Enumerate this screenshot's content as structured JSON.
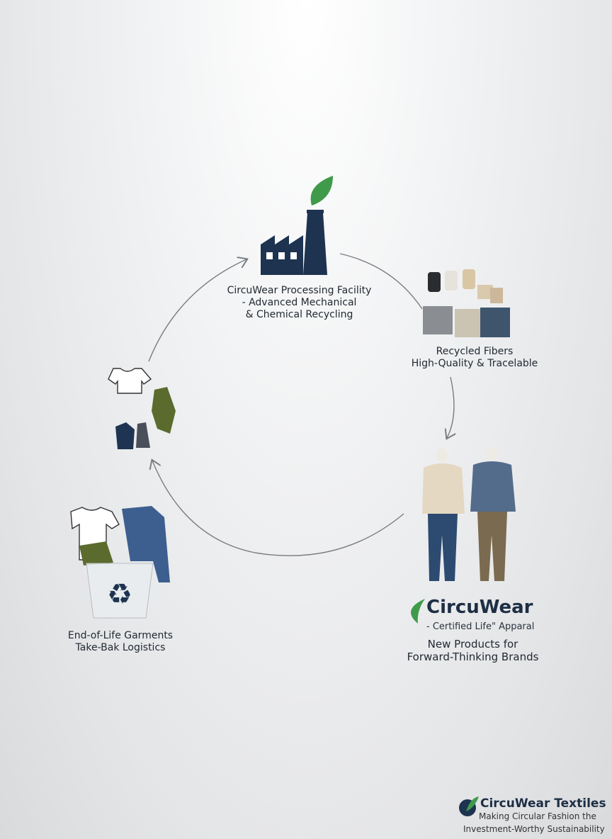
{
  "facility": {
    "line1": "CircuWear Processing Facility",
    "line2": "- Advanced Mechanical",
    "line3": "& Chemical Recycling"
  },
  "fibers": {
    "line1": "Recycled Fibers",
    "line2": "High-Quality & Tracelable"
  },
  "products": {
    "brand": "CircuWear",
    "tagline": "- Certified Life\" Apparal",
    "line1": "New Products for",
    "line2": "Forward-Thinking Brands"
  },
  "garments": {
    "line1": "End-of-Life Garments",
    "line2": "Take-Bak Logistics"
  },
  "footer": {
    "brand": "CircuWear Textiles",
    "line1": "Making Circular Fashion the",
    "line2": "Investment-Worthy Sustainability"
  },
  "colors": {
    "navy": "#1d3350",
    "green": "#3f9a4a",
    "arrow": "#7a7d80"
  }
}
